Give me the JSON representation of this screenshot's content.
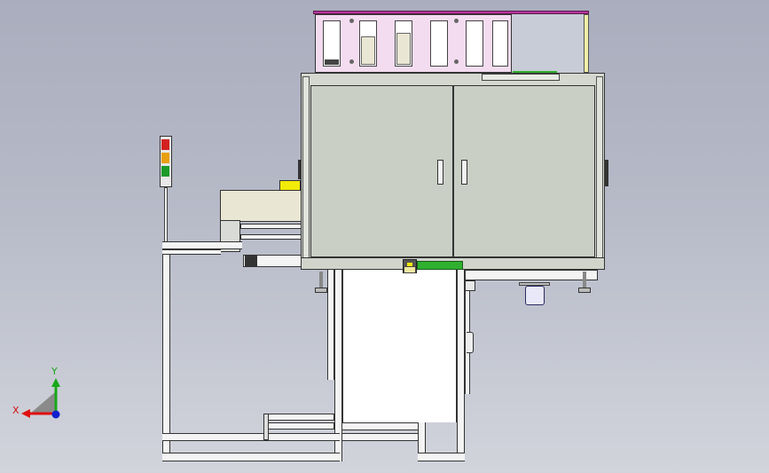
{
  "viewport": {
    "title": "",
    "background": "#b7bbc8"
  },
  "triad": {
    "x_label": "X",
    "y_label": "Y",
    "x_color": "#e01010",
    "y_color": "#18a818",
    "z_color": "#1020d0"
  },
  "colors": {
    "cabinet": "#d4d8cf",
    "panel": "#e9e6d3",
    "top_box": "#f3dcef",
    "top_bar": "#b6359b",
    "accent_yellow": "#f2ea08",
    "accent_green": "#2fb02f",
    "frame": "#f4f4f4",
    "outline": "#2b2b2b"
  },
  "signal_tower": {
    "lights": [
      "red",
      "orange",
      "green"
    ],
    "light_colors": [
      "#d42020",
      "#e8a010",
      "#1c9a2a"
    ]
  }
}
